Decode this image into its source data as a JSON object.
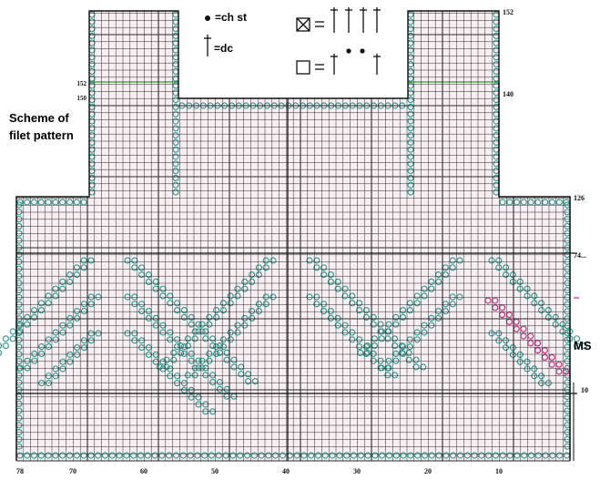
{
  "title_lines": [
    "Scheme of",
    "filet pattern"
  ],
  "legend": {
    "ch_label": "=ch st",
    "dc_label": "=dc"
  },
  "ms_label": "MS",
  "x_tick_labels": [
    "78",
    "70",
    "60",
    "50",
    "40",
    "30",
    "20",
    "10"
  ],
  "row_labels": [
    "152",
    "140",
    "126",
    "74...",
    "10",
    "152",
    "150"
  ],
  "colors": {
    "grid": "#2b2b2b",
    "background": "#f7eff3",
    "filled_mesh": "#3a9a90",
    "highlight_ms": "#c2307c",
    "guide_line": "#2e9a2e"
  },
  "icons": [
    "ch-st-dot-icon",
    "dc-stitch-icon",
    "filled-block-symbol-icon",
    "open-mesh-symbol-icon"
  ]
}
